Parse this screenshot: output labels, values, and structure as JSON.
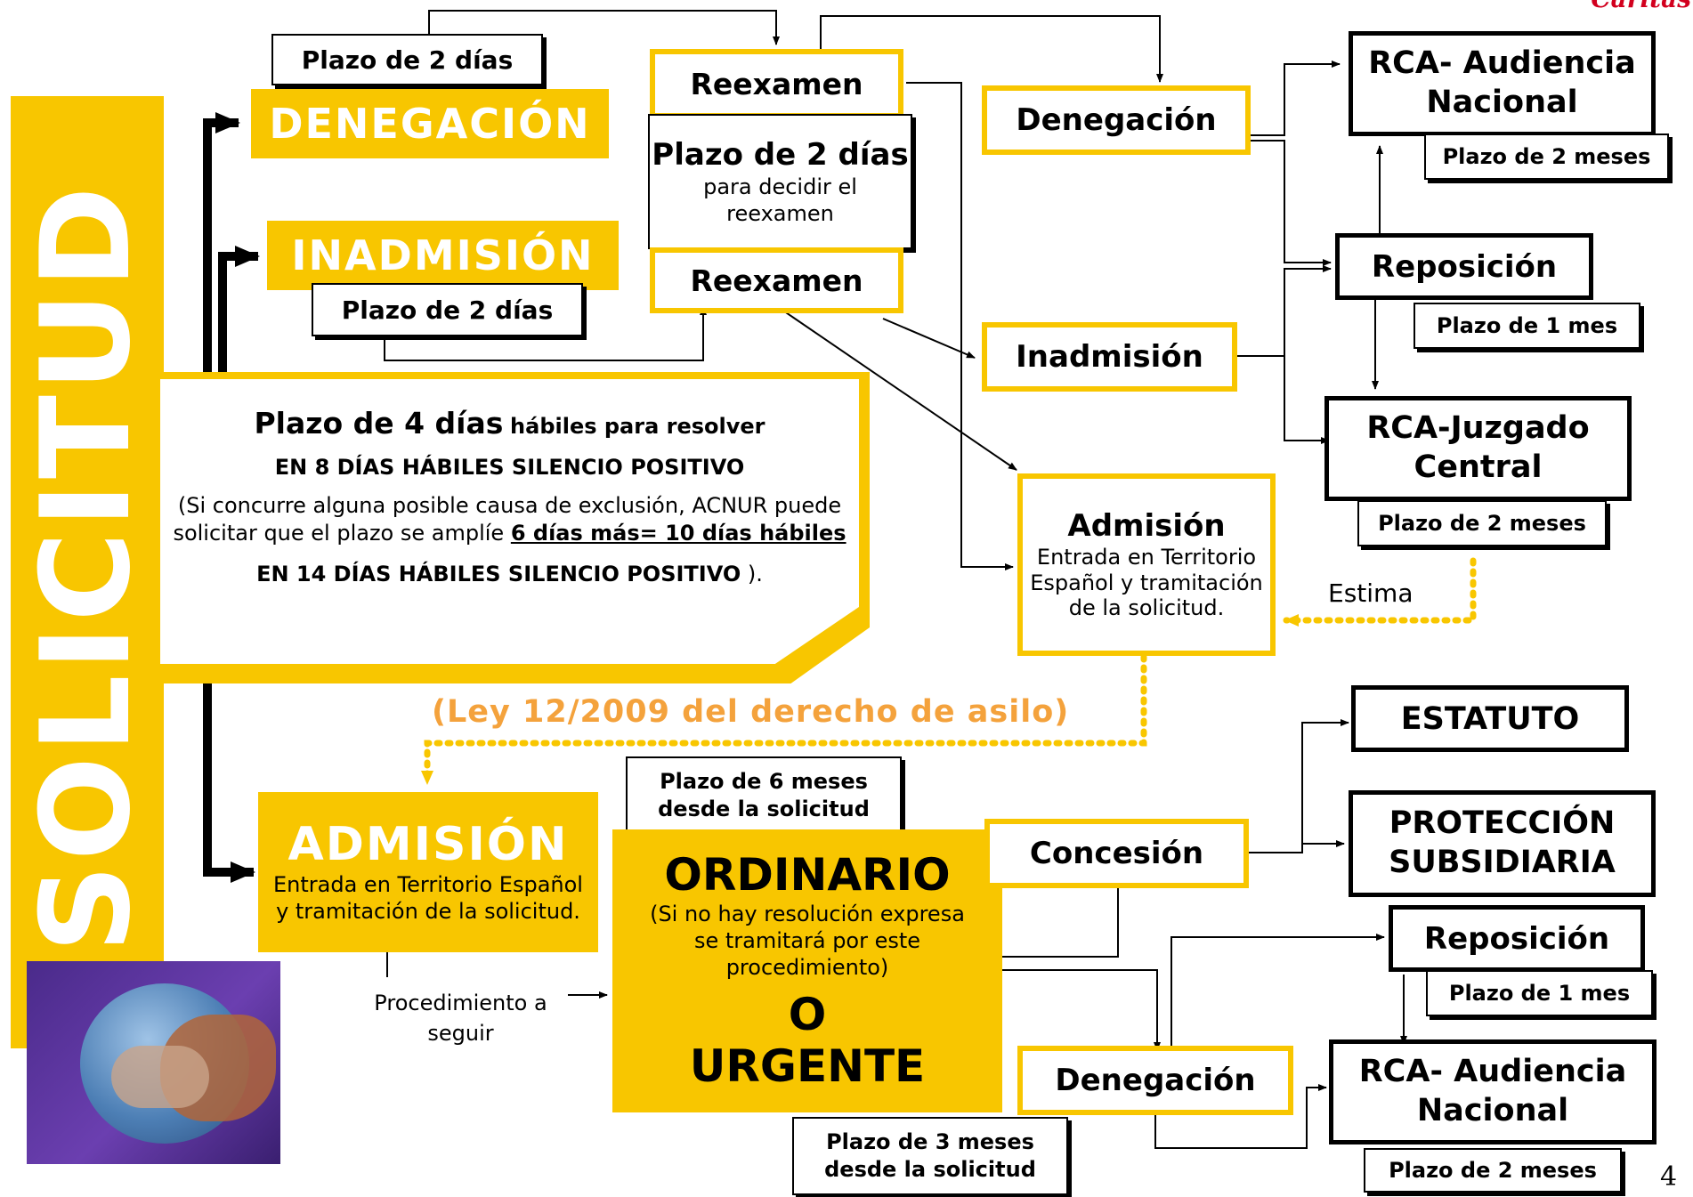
{
  "brand": "Caritas",
  "page_number": "4",
  "solicitud": "SOLICITUD",
  "denegacion_main": "DENEGACIÓN",
  "inadmision_main": "INADMISIÓN",
  "plazo_2_dias_a": "Plazo de 2 días",
  "plazo_2_dias_b": "Plazo de 2 días",
  "reexamen_top": "Reexamen",
  "reexamen_bottom": "Reexamen",
  "reexamen_note": {
    "bold": "Plazo de 2 días",
    "rest": "para decidir el reexamen"
  },
  "main_box": {
    "line1_bold": "Plazo de 4 días",
    "line1_rest": "hábiles para resolver",
    "line2": "EN 8 DÍAS HÁBILES SILENCIO POSITIVO",
    "line3_text": "(Si concurre alguna posible causa de exclusión, ACNUR puede solicitar que el plazo se amplíe",
    "line3_underlined": "6 días más= 10 días hábiles",
    "line4_bold": "EN 14 DÍAS HÁBILES SILENCIO POSITIVO",
    "line4_rest": ")."
  },
  "denegacion_r": "Denegación",
  "inadmision_r": "Inadmisión",
  "admision_r": {
    "title": "Admisión",
    "body": "Entrada en Territorio Español y tramitación de la solicitud."
  },
  "rca_an_top": "RCA- Audiencia Nacional",
  "plazo_2_meses_a": "Plazo de 2 meses",
  "reposicion_top": "Reposición",
  "plazo_1_mes_a": "Plazo de 1 mes",
  "rca_jc": "RCA-Juzgado Central",
  "plazo_2_meses_b": "Plazo de 2 meses",
  "estima": "Estima",
  "ley": "(Ley 12/2009 del derecho de asilo)",
  "admision_main": {
    "title": "ADMISIÓN",
    "body": "Entrada en Territorio Español y tramitación de la solicitud."
  },
  "procedimiento": "Procedimiento a seguir",
  "plazo_6_meses": "Plazo de 6 meses desde la solicitud",
  "ordinario": {
    "title": "ORDINARIO",
    "body": "(Si no hay resolución expresa se tramitará por este procedimiento)",
    "o": "O",
    "urgente": "URGENTE"
  },
  "plazo_3_meses": "Plazo de 3 meses desde la solicitud",
  "concesion": "Concesión",
  "denegacion_b": "Denegación",
  "estatuto": "ESTATUTO",
  "proteccion": "PROTECCIÓN SUBSIDIARIA",
  "reposicion_b": "Reposición",
  "plazo_1_mes_b": "Plazo de 1 mes",
  "rca_an_bottom": "RCA- Audiencia Nacional",
  "plazo_2_meses_c": "Plazo de 2 meses",
  "colors": {
    "yellow": "#F8C600",
    "orange": "#F4A23C",
    "black": "#000000"
  },
  "image": "hands-globe-photo"
}
